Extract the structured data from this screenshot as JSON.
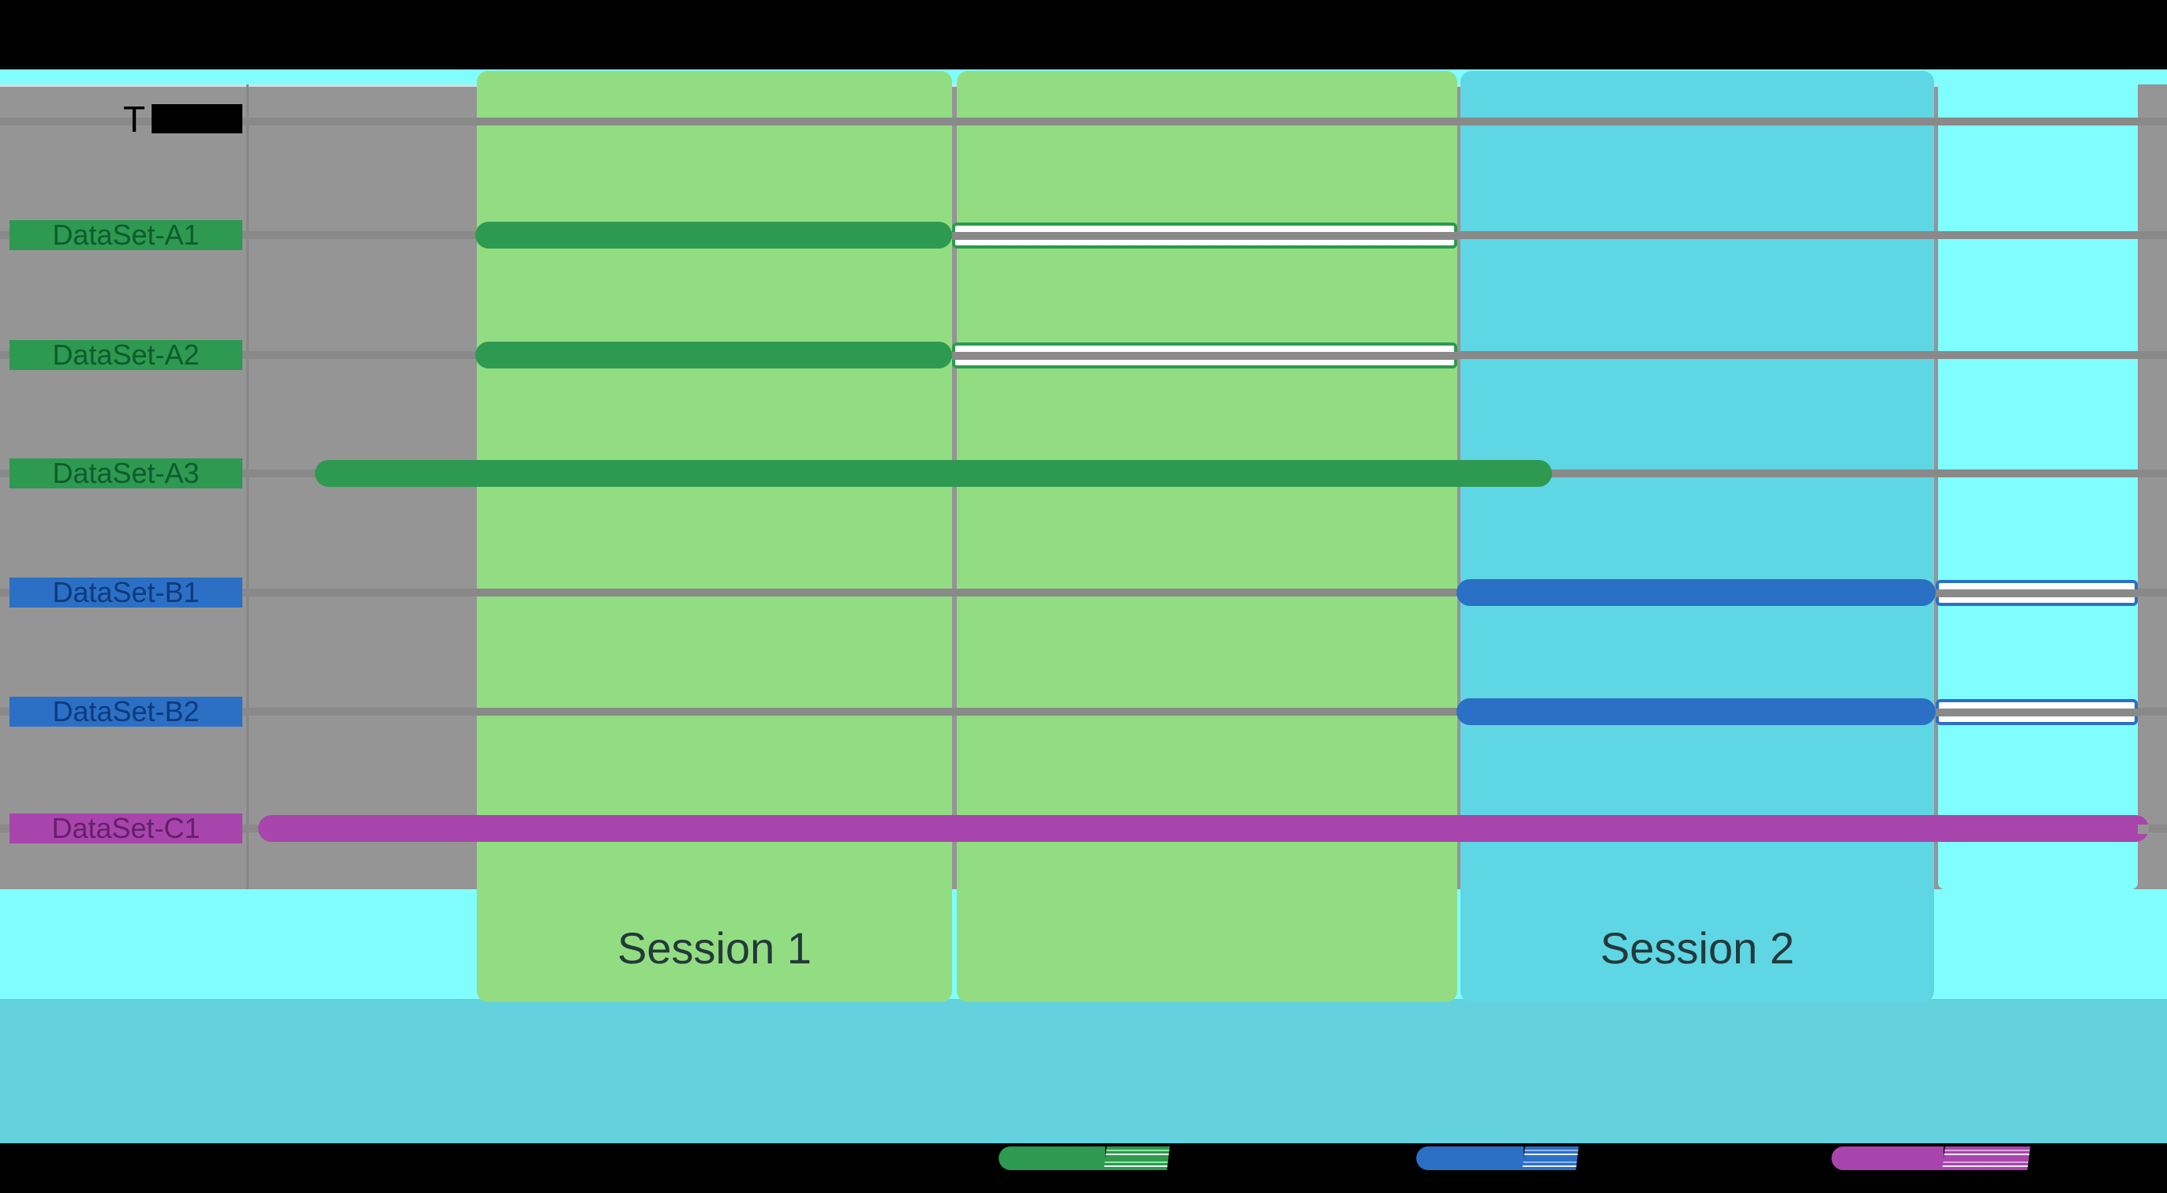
{
  "header": {
    "redacted_label": "T"
  },
  "rows": [
    {
      "label": "DataSet-A1",
      "group": "A",
      "color": "#2E9950"
    },
    {
      "label": "DataSet-A2",
      "group": "A",
      "color": "#2E9950"
    },
    {
      "label": "DataSet-A3",
      "group": "A",
      "color": "#2E9950"
    },
    {
      "label": "DataSet-B1",
      "group": "B",
      "color": "#2B70C5"
    },
    {
      "label": "DataSet-B2",
      "group": "B",
      "color": "#2B70C5"
    },
    {
      "label": "DataSet-C1",
      "group": "C",
      "color": "#A845AC"
    }
  ],
  "sessions": [
    {
      "label": "Session 1"
    },
    {
      "label": "Session 2"
    }
  ],
  "legend": {
    "items": [
      {
        "marker": "green-pill",
        "color": "#2E9950",
        "label_visible": false
      },
      {
        "marker": "blue-pill",
        "color": "#2B70C5",
        "label_visible": false
      },
      {
        "marker": "purple-pill",
        "color": "#A845AC",
        "label_visible": false
      }
    ]
  },
  "colors": {
    "page_background": "#63d1de",
    "bright_highlight": "#80feff",
    "plot_panel_gray": "#959595",
    "gridline_gray": "#898989",
    "session1_band_green": "#92dd81",
    "session2_band_cyan": "#5fd6e3",
    "bar_green": "#2E9950",
    "bar_blue": "#2B70C5",
    "bar_purple": "#A845AC",
    "redaction_black": "#000000"
  },
  "chart_data": {
    "type": "gantt",
    "title": "",
    "categories": [
      "DataSet-A1",
      "DataSet-A2",
      "DataSet-A3",
      "DataSet-B1",
      "DataSet-B2",
      "DataSet-C1"
    ],
    "x_unit": "percent_of_plot_width",
    "x_axis_tick_labels_visible": false,
    "grid": "horizontal lines at every category row center",
    "legend_position": "bottom",
    "series": [
      {
        "name": "DataSet-A1",
        "solid": [
          21.9,
          43.9
        ],
        "outline": [
          43.9,
          67.2
        ],
        "color": "#2E9950"
      },
      {
        "name": "DataSet-A2",
        "solid": [
          21.9,
          43.9
        ],
        "outline": [
          43.9,
          67.2
        ],
        "color": "#2E9950"
      },
      {
        "name": "DataSet-A3",
        "solid": [
          14.5,
          71.6
        ],
        "outline": null,
        "color": "#2E9950"
      },
      {
        "name": "DataSet-B1",
        "solid": [
          67.2,
          89.3
        ],
        "outline": [
          89.3,
          98.6
        ],
        "color": "#2B70C5"
      },
      {
        "name": "DataSet-B2",
        "solid": [
          67.2,
          89.3
        ],
        "outline": [
          89.3,
          98.6
        ],
        "color": "#2B70C5"
      },
      {
        "name": "DataSet-C1",
        "solid": [
          11.9,
          99.2
        ],
        "outline": null,
        "color": "#A845AC"
      }
    ],
    "plot_bands": [
      {
        "label": "Session 1",
        "color": "#92dd81",
        "range": [
          22.0,
          43.9
        ]
      },
      {
        "label": "",
        "color": "#92dd81",
        "range": [
          44.2,
          67.2
        ]
      },
      {
        "label": "Session 2",
        "color": "#5fd6e3",
        "range": [
          67.4,
          89.2
        ]
      },
      {
        "label": "",
        "color": "#80feff",
        "range": [
          89.4,
          98.7
        ]
      }
    ]
  }
}
